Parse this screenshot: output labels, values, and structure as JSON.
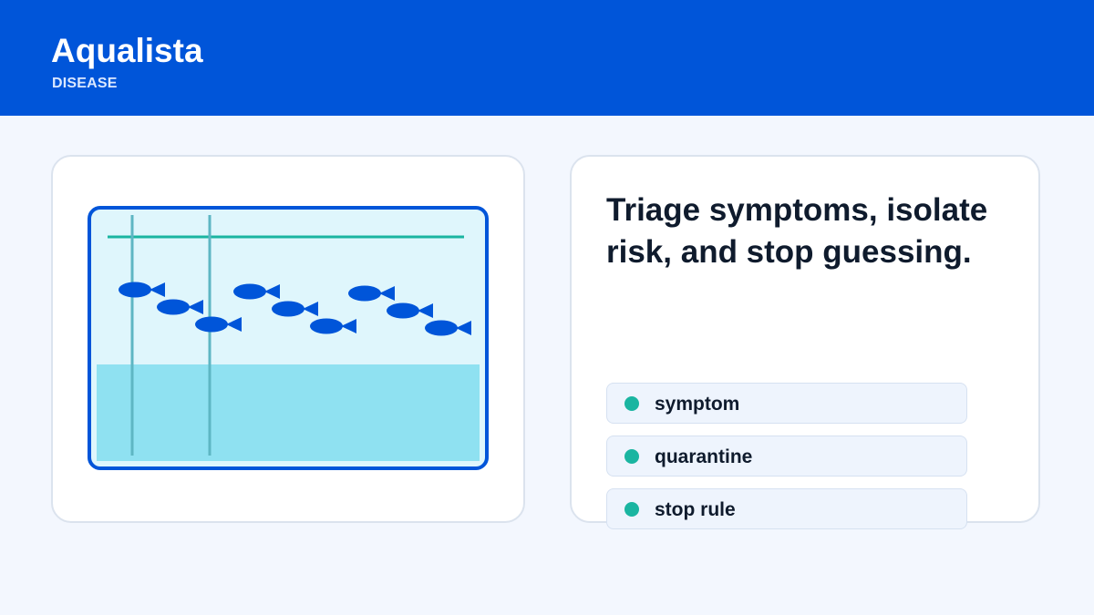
{
  "app": {
    "name": "Aqualista",
    "section": "DISEASE"
  },
  "hero": {
    "headline": "Triage symptoms, isolate risk, and stop guessing."
  },
  "tags": [
    {
      "label": "symptom",
      "icon": "teal-dot-icon"
    },
    {
      "label": "quarantine",
      "icon": "teal-dot-icon"
    },
    {
      "label": "stop rule",
      "icon": "teal-dot-icon"
    }
  ],
  "illustration": {
    "icon": "aquarium-icon",
    "fish_count": 9
  },
  "colors": {
    "brand": "#0055d9",
    "accent": "#1ab5a1",
    "background": "#f3f7fe",
    "tank_water": "#dff6fc",
    "tank_substrate": "#8fe1f1"
  }
}
